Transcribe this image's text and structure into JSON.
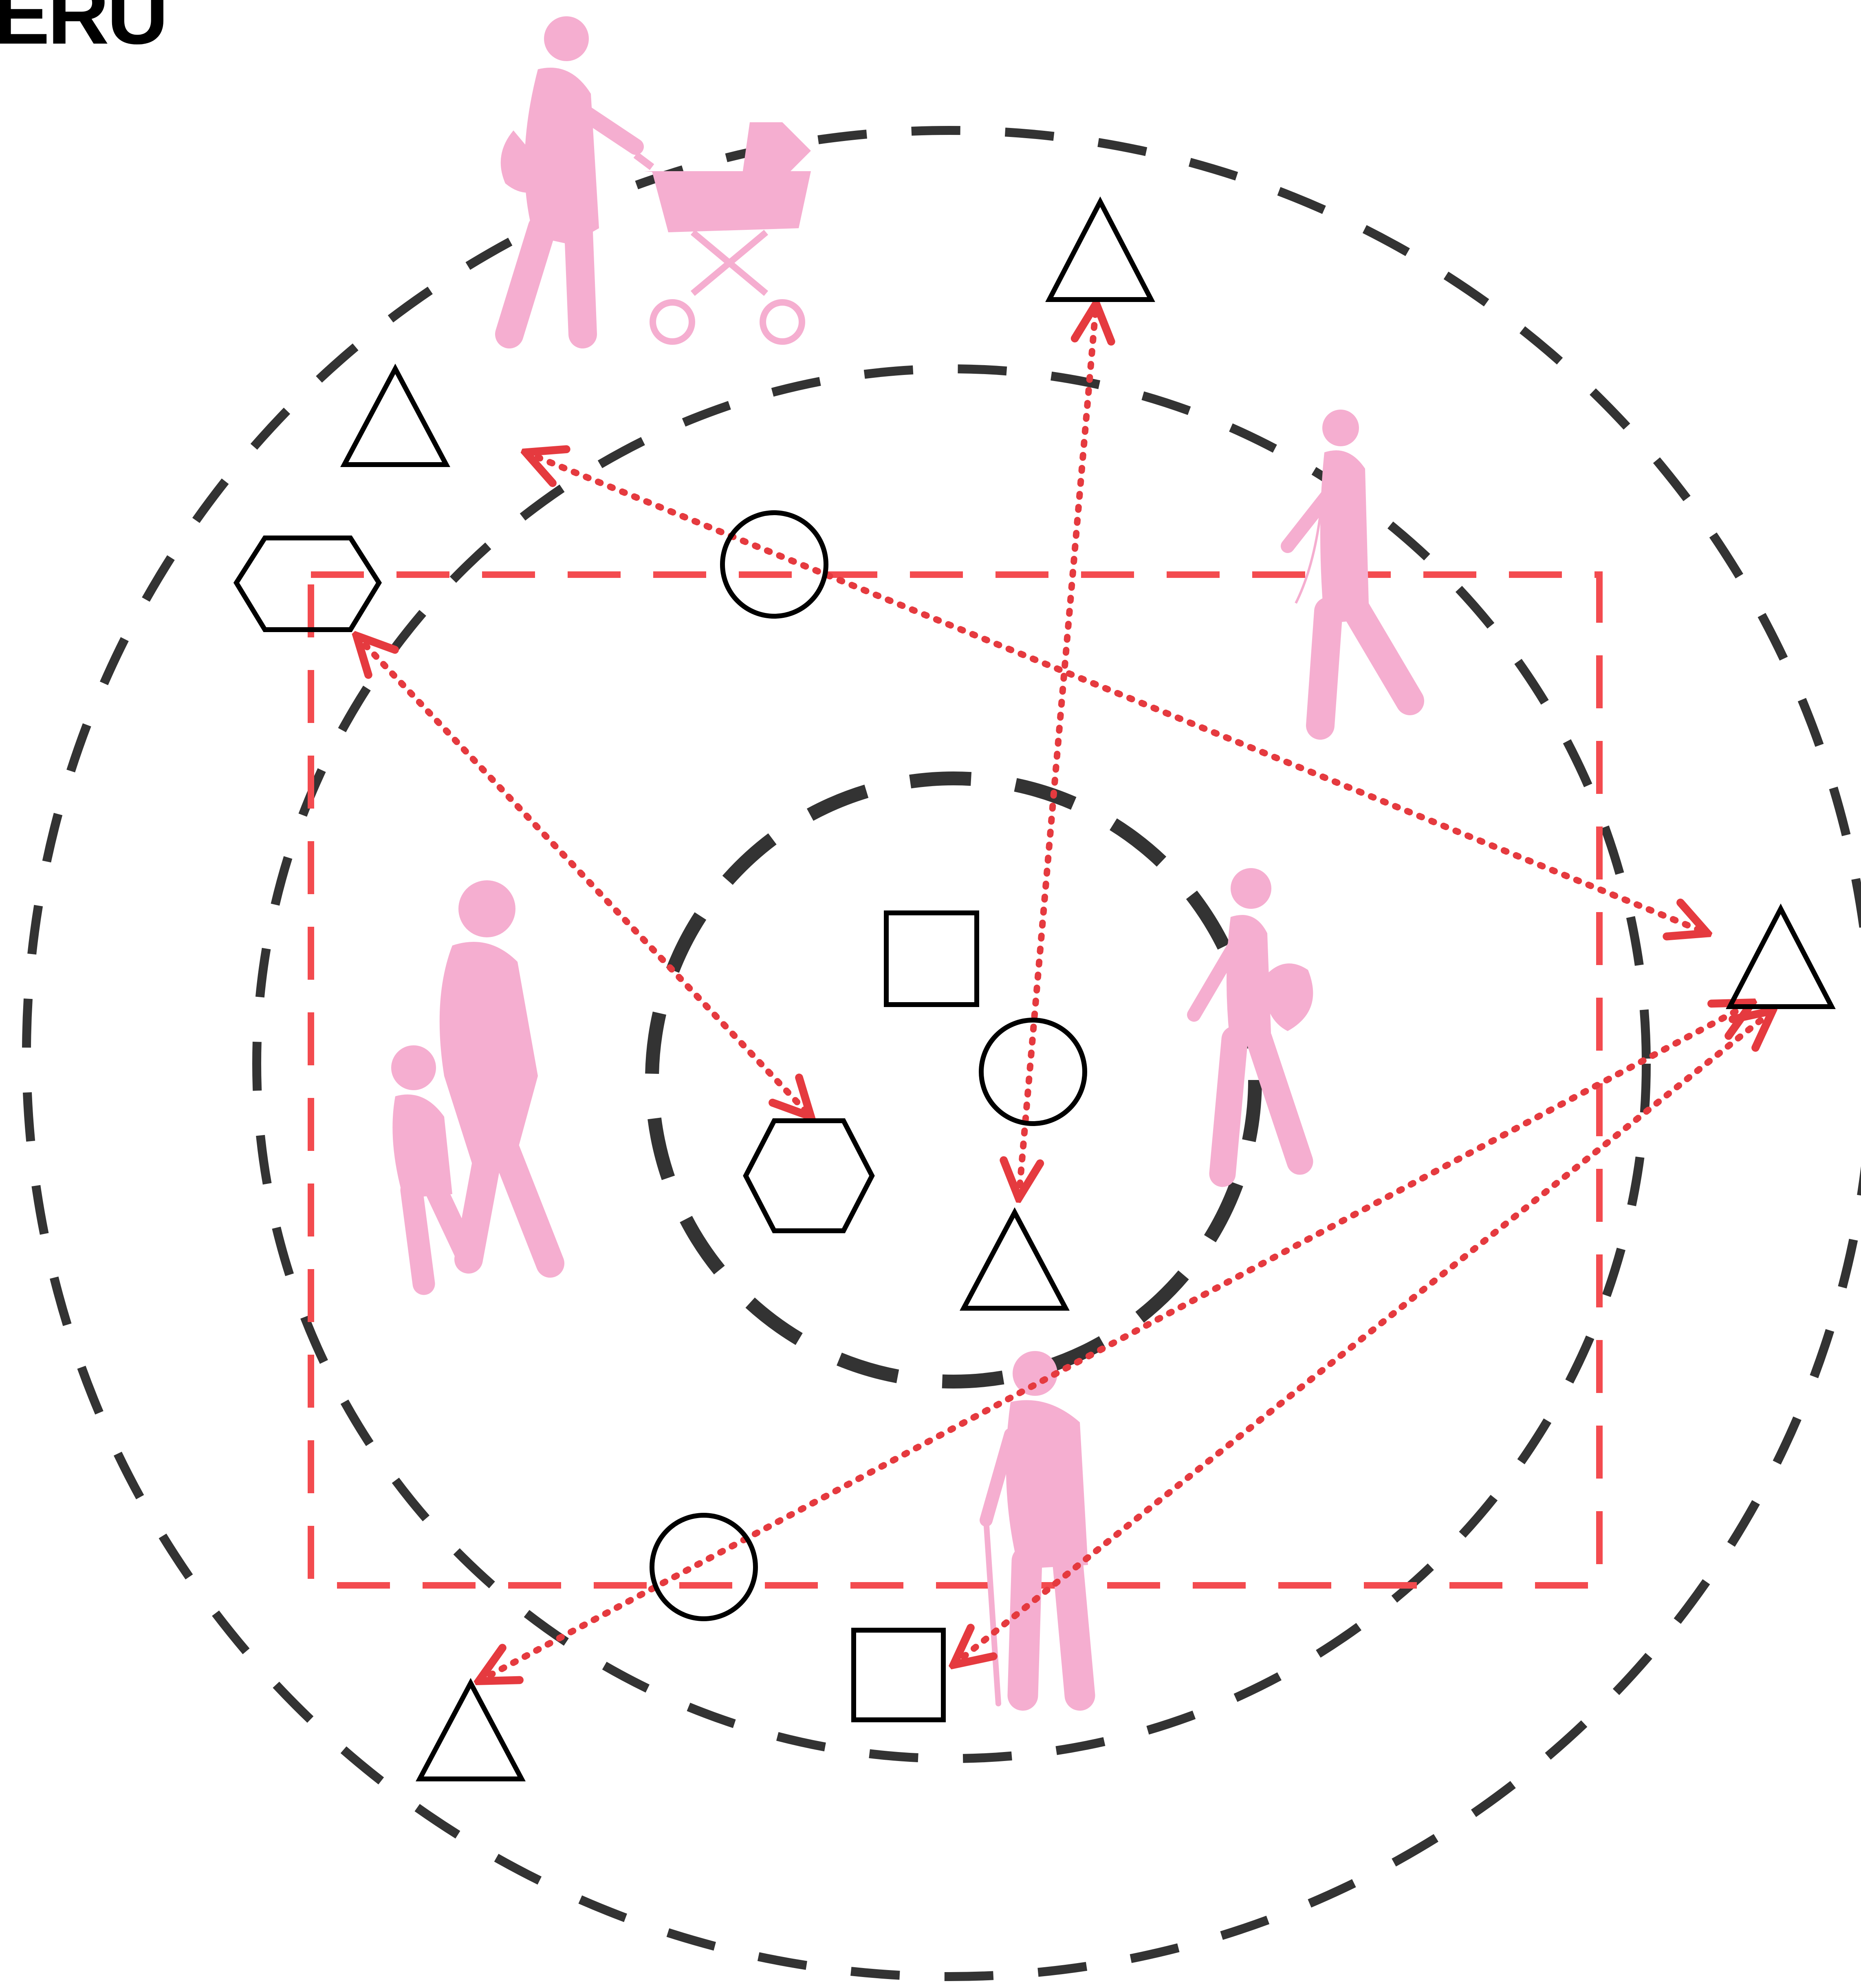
{
  "diagram": {
    "title": "IERU",
    "colors": {
      "ring": "#333333",
      "boundary": "#f34b4f",
      "flow": "#e53a3f",
      "figure": "#f5aed0",
      "symbol": "#000000"
    },
    "figures": [
      "woman-with-stroller",
      "man-with-phone",
      "adult-with-child",
      "woman-with-bag",
      "elderly-man-with-cane"
    ],
    "symbols": [
      "triangle",
      "hexagon",
      "circle",
      "square"
    ]
  }
}
